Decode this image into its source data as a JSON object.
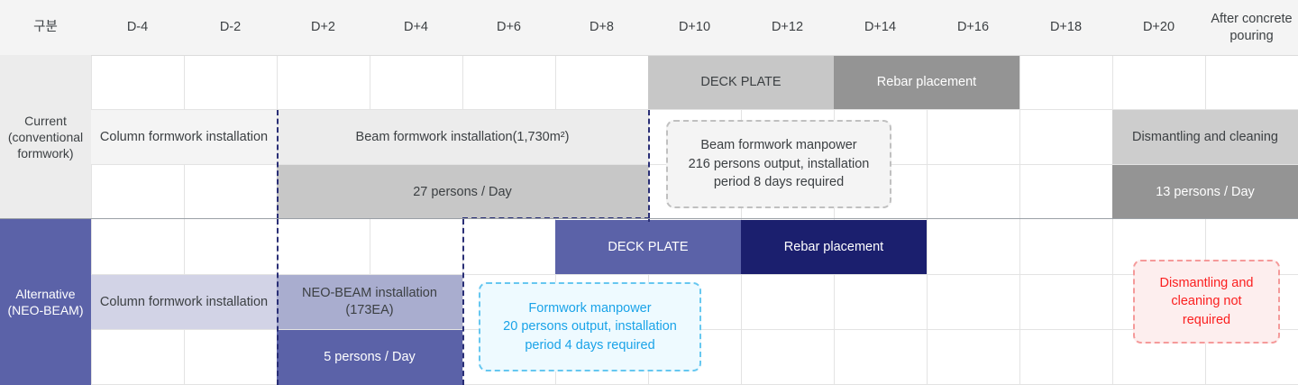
{
  "table": {
    "corner_label": "구분",
    "columns": [
      "D-4",
      "D-2",
      "D+2",
      "D+4",
      "D+6",
      "D+8",
      "D+10",
      "D+12",
      "D+14",
      "D+16",
      "D+18",
      "D+20",
      "After concrete pouring"
    ],
    "sections": [
      {
        "id": "current",
        "label": "Current (conventional formwork)",
        "bars": [
          {
            "id": "deck-plate",
            "text": "DECK PLATE",
            "color": "#c7c7c7",
            "text_color": "#3c4043"
          },
          {
            "id": "rebar-placement",
            "text": "Rebar placement",
            "color": "#949494",
            "text_color": "#ffffff"
          },
          {
            "id": "column-formwork",
            "text": "Column formwork installation",
            "color": "#f4f4f4",
            "text_color": "#3c4043"
          },
          {
            "id": "beam-formwork",
            "text": "Beam formwork installation(1,730m²)",
            "color": "#ececec",
            "text_color": "#3c4043"
          },
          {
            "id": "dismantling",
            "text": "Dismantling and cleaning",
            "color": "#cdcdcd",
            "text_color": "#3c4043"
          },
          {
            "id": "persons-27",
            "text": "27 persons / Day",
            "color": "#c7c7c7",
            "text_color": "#3c4043"
          },
          {
            "id": "persons-13",
            "text": "13 persons / Day",
            "color": "#949494",
            "text_color": "#ffffff"
          }
        ],
        "callout": "Beam formwork manpower\n216 persons output, installation\nperiod 8 days required"
      },
      {
        "id": "alternative",
        "label": "Alternative (NEO-BEAM)",
        "bars": [
          {
            "id": "deck-plate",
            "text": "DECK PLATE",
            "color": "#5b62a8",
            "text_color": "#ffffff"
          },
          {
            "id": "rebar-placement",
            "text": "Rebar placement",
            "color": "#1b1f6e",
            "text_color": "#ffffff"
          },
          {
            "id": "column-formwork",
            "text": "Column formwork installation",
            "color": "#d2d3e6",
            "text_color": "#3c4043"
          },
          {
            "id": "neo-beam",
            "text": "NEO-BEAM installation (173EA)",
            "color": "#a9adcf",
            "text_color": "#3c4043"
          },
          {
            "id": "persons-5",
            "text": "5 persons / Day",
            "color": "#5b62a8",
            "text_color": "#ffffff"
          }
        ],
        "callout": "Formwork manpower\n20 persons output, installation\nperiod 4 days required",
        "callout_red": "Dismantling and cleaning not required"
      }
    ]
  },
  "colors": {
    "accent_navy": "#2a2f76",
    "alt_header": "#5b62a8",
    "rebar_dark": "#1b1f6e",
    "callout_blue": "#1aa3e8",
    "callout_red": "#fb1f1f",
    "grid": "#e3e3e3"
  }
}
